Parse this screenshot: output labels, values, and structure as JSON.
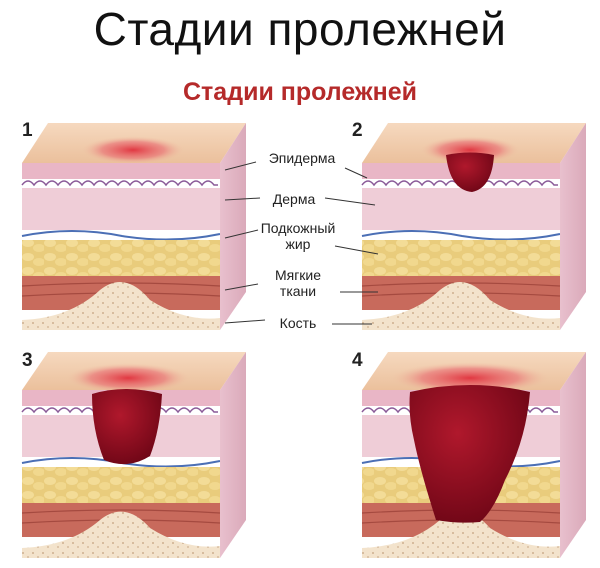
{
  "title": "Стадии пролежней",
  "subtitle": "Стадии пролежней",
  "stages": [
    {
      "number": "1"
    },
    {
      "number": "2"
    },
    {
      "number": "3"
    },
    {
      "number": "4"
    }
  ],
  "labels": {
    "epidermis": "Эпидерма",
    "dermis": "Дерма",
    "subcutaneous_line1": "Подкожный",
    "subcutaneous_line2": "жир",
    "soft_tissue_line1": "Мягкие",
    "soft_tissue_line2": "ткани",
    "bone": "Кость"
  },
  "colors": {
    "skin_top": "#efc7a6",
    "dermis": "#ecc2cf",
    "fat": "#e8c978",
    "muscle": "#c96a5e",
    "bone": "#f0ddc4",
    "wound": "#8a0a1c",
    "title_red": "#b52a2a"
  }
}
